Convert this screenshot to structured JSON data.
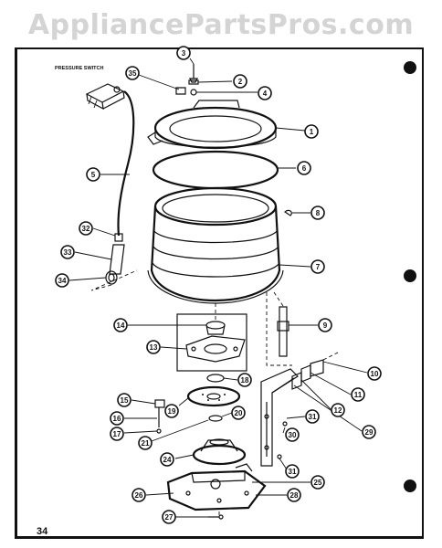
{
  "watermark": {
    "text": "AppliancePartsPros.com"
  },
  "diagram": {
    "pressure_switch_label": "PRESSURE SWITCH",
    "page_number": "34",
    "callouts": [
      {
        "id": "c1",
        "label": "1"
      },
      {
        "id": "c2",
        "label": "2"
      },
      {
        "id": "c3",
        "label": "3"
      },
      {
        "id": "c4",
        "label": "4"
      },
      {
        "id": "c5",
        "label": "5"
      },
      {
        "id": "c6",
        "label": "6"
      },
      {
        "id": "c7",
        "label": "7"
      },
      {
        "id": "c8a",
        "label": "8"
      },
      {
        "id": "c8b",
        "label": "8"
      },
      {
        "id": "c9",
        "label": "9"
      },
      {
        "id": "c10",
        "label": "10"
      },
      {
        "id": "c11",
        "label": "11"
      },
      {
        "id": "c12",
        "label": "12"
      },
      {
        "id": "c13",
        "label": "13"
      },
      {
        "id": "c14",
        "label": "14"
      },
      {
        "id": "c15",
        "label": "15"
      },
      {
        "id": "c16",
        "label": "16"
      },
      {
        "id": "c17",
        "label": "17"
      },
      {
        "id": "c18",
        "label": "18"
      },
      {
        "id": "c19",
        "label": "19"
      },
      {
        "id": "c20",
        "label": "20"
      },
      {
        "id": "c21",
        "label": "21"
      },
      {
        "id": "c24",
        "label": "24"
      },
      {
        "id": "c25",
        "label": "25"
      },
      {
        "id": "c26",
        "label": "26"
      },
      {
        "id": "c27",
        "label": "27"
      },
      {
        "id": "c28",
        "label": "28"
      },
      {
        "id": "c29",
        "label": "29"
      },
      {
        "id": "c30",
        "label": "30"
      },
      {
        "id": "c31a",
        "label": "31"
      },
      {
        "id": "c31b",
        "label": "31"
      },
      {
        "id": "c32",
        "label": "32"
      },
      {
        "id": "c33",
        "label": "33"
      },
      {
        "id": "c34",
        "label": "34"
      },
      {
        "id": "c35",
        "label": "35"
      }
    ]
  }
}
